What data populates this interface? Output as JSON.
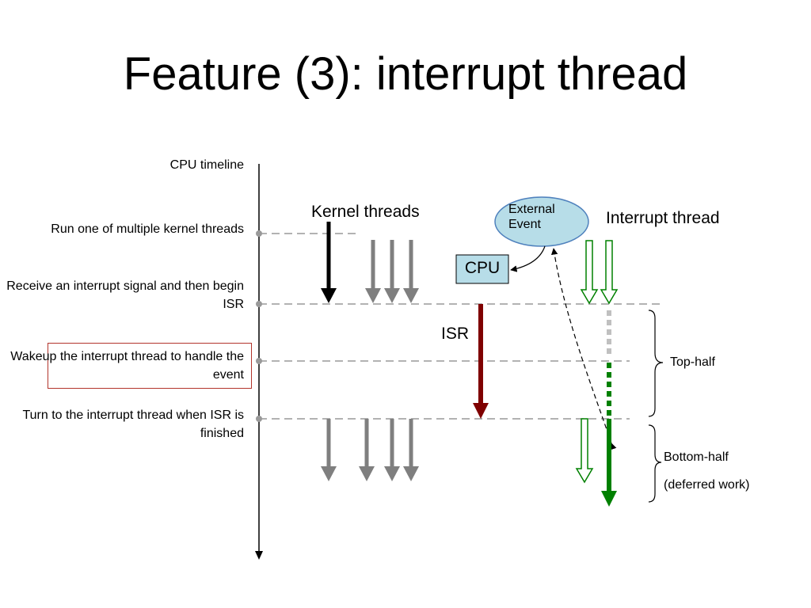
{
  "title": "Feature (3): interrupt thread",
  "timeline": {
    "header": "CPU timeline",
    "steps": [
      "Run one of multiple kernel threads",
      "Receive an interrupt signal and then begin ISR",
      "Wakeup the interrupt thread to handle the event",
      "Turn to the interrupt thread when ISR is finished"
    ],
    "highlighted_step": 3
  },
  "diagram": {
    "kernel_threads_label": "Kernel threads",
    "interrupt_thread_label": "Interrupt thread",
    "external_event_label": "External Event",
    "cpu_label": "CPU",
    "isr_label": "ISR",
    "top_half_label": "Top-half",
    "bottom_half_label": "Bottom-half",
    "deferred_work_label": "(deferred work)"
  },
  "colors": {
    "kernel_active": "#000000",
    "kernel_waiting": "#7f7f7f",
    "isr": "#7f0000",
    "interrupt_thread": "#008000",
    "interrupt_thread_idle": "#c0c0c0",
    "external_event_fill": "#b7dde8",
    "cpu_box_fill": "#b7dde8",
    "highlight_border": "#b2342c",
    "guide_line": "#999999"
  }
}
